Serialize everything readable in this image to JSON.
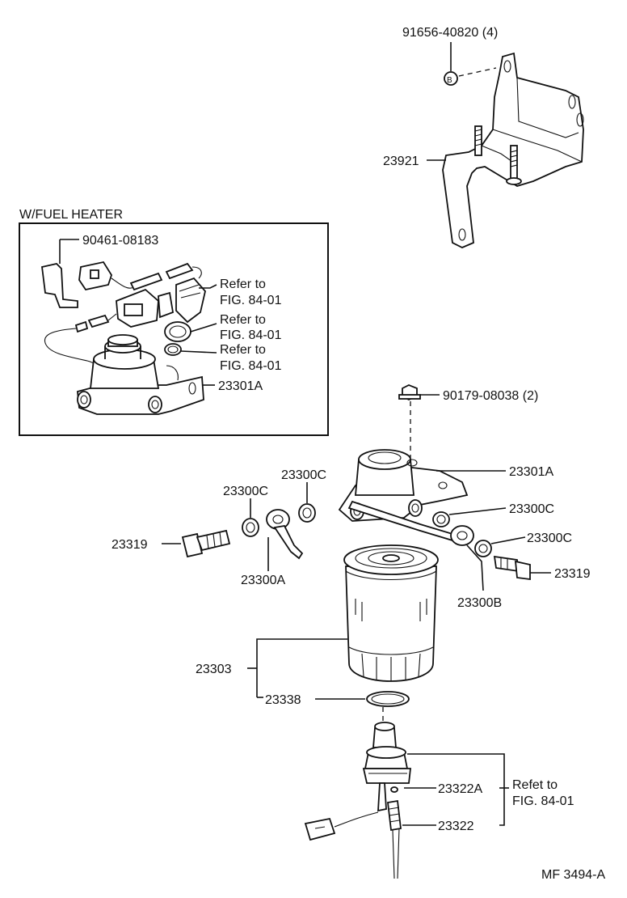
{
  "diagram": {
    "section_title": "W/FUEL HEATER",
    "figure_code": "MF 3494-A",
    "labels": {
      "nut_top": "91656-40820 (4)",
      "bracket": "23921",
      "clip": "90461-08183",
      "refer1_line1": "Refer to",
      "refer1_line2": "FIG. 84-01",
      "refer2_line1": "Refer to",
      "refer2_line2": "FIG. 84-01",
      "refer3_line1": "Refer to",
      "refer3_line2": "FIG. 84-01",
      "heater_body": "23301A",
      "bolt_flange": "90179-08038 (2)",
      "body": "23301A",
      "gasket_left": "23300C",
      "gasket_mid": "23300C",
      "gasket_right1": "23300C",
      "gasket_right2": "23300C",
      "union_bolt_left": "23319",
      "union_bolt_right": "23319",
      "union_a": "23300A",
      "union_b": "23300B",
      "element": "23303",
      "oring": "23338",
      "sensor_a": "23322A",
      "sensor": "23322",
      "refet_line1": "Refet to",
      "refet_line2": "FIG. 84-01"
    }
  }
}
